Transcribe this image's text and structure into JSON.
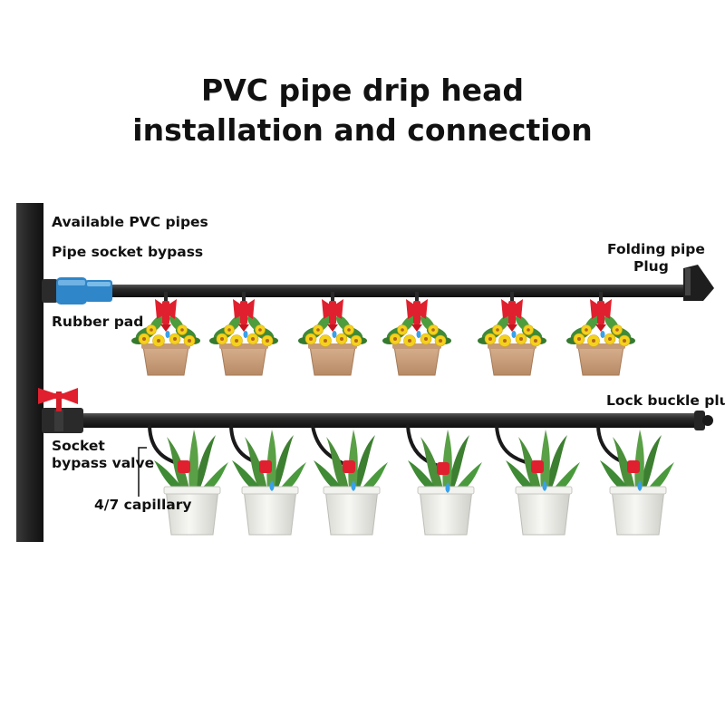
{
  "title": {
    "line1": "PVC pipe drip head",
    "line2": "installation and connection"
  },
  "labels": {
    "available_pvc_pipes": "Available PVC pipes",
    "pipe_socket_bypass": "Pipe socket bypass",
    "folding_pipe_line1": "Folding pipe",
    "folding_pipe_line2": "Plug",
    "rubber_pad": "Rubber pad",
    "lock_buckle_plug": "Lock buckle plug",
    "socket_bypass_valve_line1": "Socket",
    "socket_bypass_valve_line2": "bypass valve",
    "capillary": "4/7 capillary"
  },
  "rows": {
    "flower_baskets": 6,
    "potted_plants": 6
  },
  "colors": {
    "pipe": "#1f1f1f",
    "dripper_red": "#e0202e",
    "fitting_blue": "#2f86c8",
    "pot_tan": "#c79d7a",
    "pot_white": "#eeeeea",
    "leaf_green": "#3f8f3a",
    "flower_yellow": "#f4d21c",
    "water_blue": "#3aa0e8"
  }
}
